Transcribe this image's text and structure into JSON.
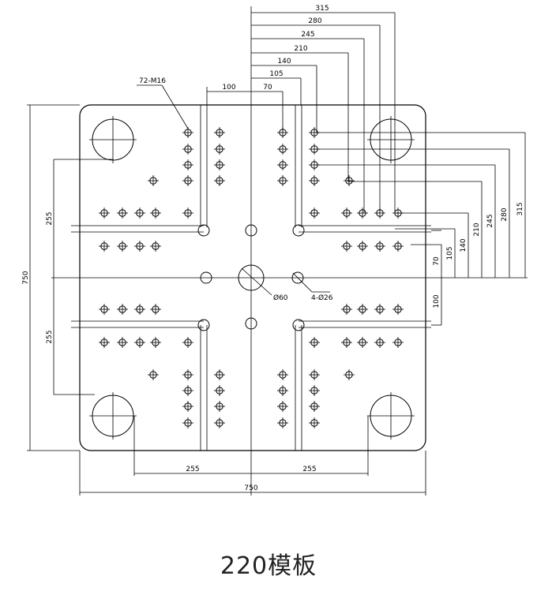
{
  "caption": "220模板",
  "dimensions": {
    "top": [
      "315",
      "280",
      "245",
      "210",
      "140",
      "105",
      "70",
      "100"
    ],
    "right": [
      "315",
      "280",
      "245",
      "210",
      "140",
      "105",
      "70",
      "100"
    ],
    "left": [
      "750",
      "255",
      "255"
    ],
    "bottom": [
      "255",
      "255",
      "750"
    ]
  },
  "labels": {
    "tapped_holes": "72-M16",
    "center_bore": "Ø60",
    "through_holes": "4-Ø26"
  }
}
